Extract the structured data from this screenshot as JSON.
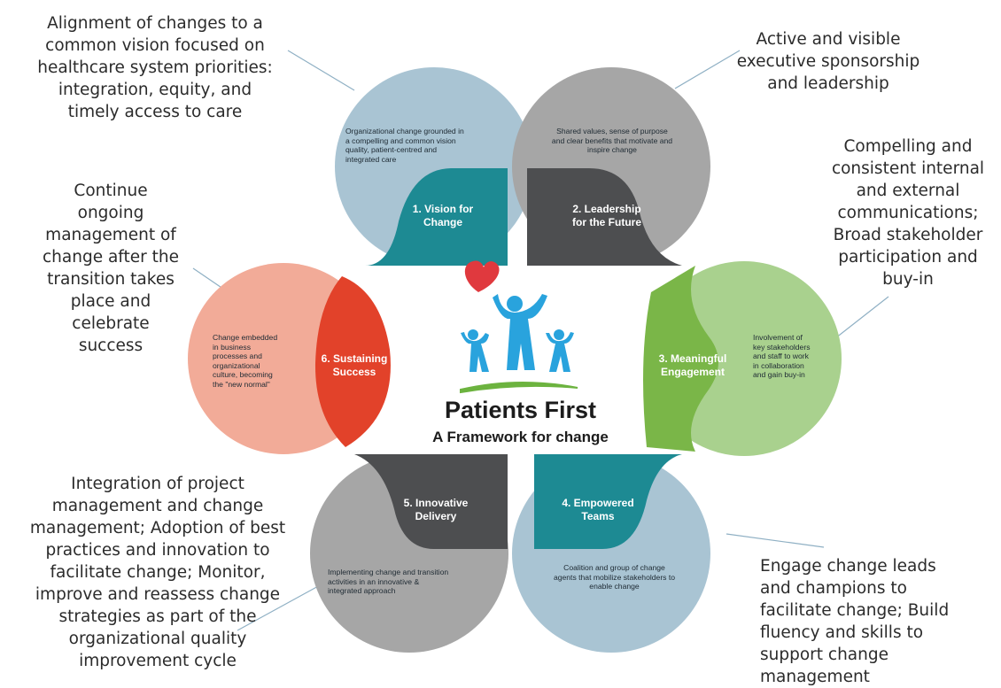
{
  "title": "Patients First",
  "subtitle": "A Framework for change",
  "pillars": [
    {
      "label": "1.   Vision for\nChange",
      "description": "Organizational change grounded in\na compelling and common vision\nquality, patient-centred and\nintegrated care",
      "callout": "Alignment  of changes to a\ncommon  vision focused on\nhealthcare system priorities:\nintegration, equity, and\ntimely access to care",
      "circle_color": "#a9c4d3",
      "accent_color": "#1d8a93"
    },
    {
      "label": "2. Leadership\nfor the Future",
      "description": "Shared values, sense of purpose\nand clear benefits that motivate and\ninspire change",
      "callout": "Active and visible\nexecutive sponsorship\nand leadership",
      "circle_color": "#a6a6a6",
      "accent_color": "#4d4e50"
    },
    {
      "label": "3. Meaningful\nEngagement",
      "description": "Involvement of\nkey stakeholders\nand staff to work\nin collaboration\nand gain buy-in",
      "callout": "Compelling  and\nconsistent internal\nand external\ncommunications;\nBroad stakeholder\nparticipation and\nbuy-in",
      "circle_color": "#a9d18e",
      "accent_color": "#7ab648"
    },
    {
      "label": "4. Empowered\nTeams",
      "description": "Coalition and group of change\nagents that mobilize stakeholders to\nenable change",
      "callout": "Engage change leads\nand champions  to\nfacilitate change; Build\nfluency  and skills to\nsupport change\nmanagement",
      "circle_color": "#a9c4d3",
      "accent_color": "#1d8a93"
    },
    {
      "label": "5. Innovative\nDelivery",
      "description": "Implementing change and transition\nactivities in an innovative &\nintegrated approach",
      "callout": "Integration of project\nmanagement and change\nmanagement; Adoption of best\npractices and innovation to\nfacilitate change; Monitor,\nimprove and reassess change\nstrategies as part of the\norganizational quality\nimprovement cycle",
      "circle_color": "#a6a6a6",
      "accent_color": "#4d4e50"
    },
    {
      "label": "6. Sustaining\nSuccess",
      "description": "Change embedded\nin business\nprocesses and\norganizational\nculture, becoming\nthe \"new normal\"",
      "callout": "Continue\nongoing\nmanagement  of\nchange after the\ntransition takes\nplace and\ncelebrate\nsuccess",
      "circle_color": "#f2ab98",
      "accent_color": "#e2422a"
    }
  ],
  "logo": {
    "heart_color": "#e0393e",
    "figure_color": "#29a3dd",
    "ground_color": "#6cb33f"
  }
}
